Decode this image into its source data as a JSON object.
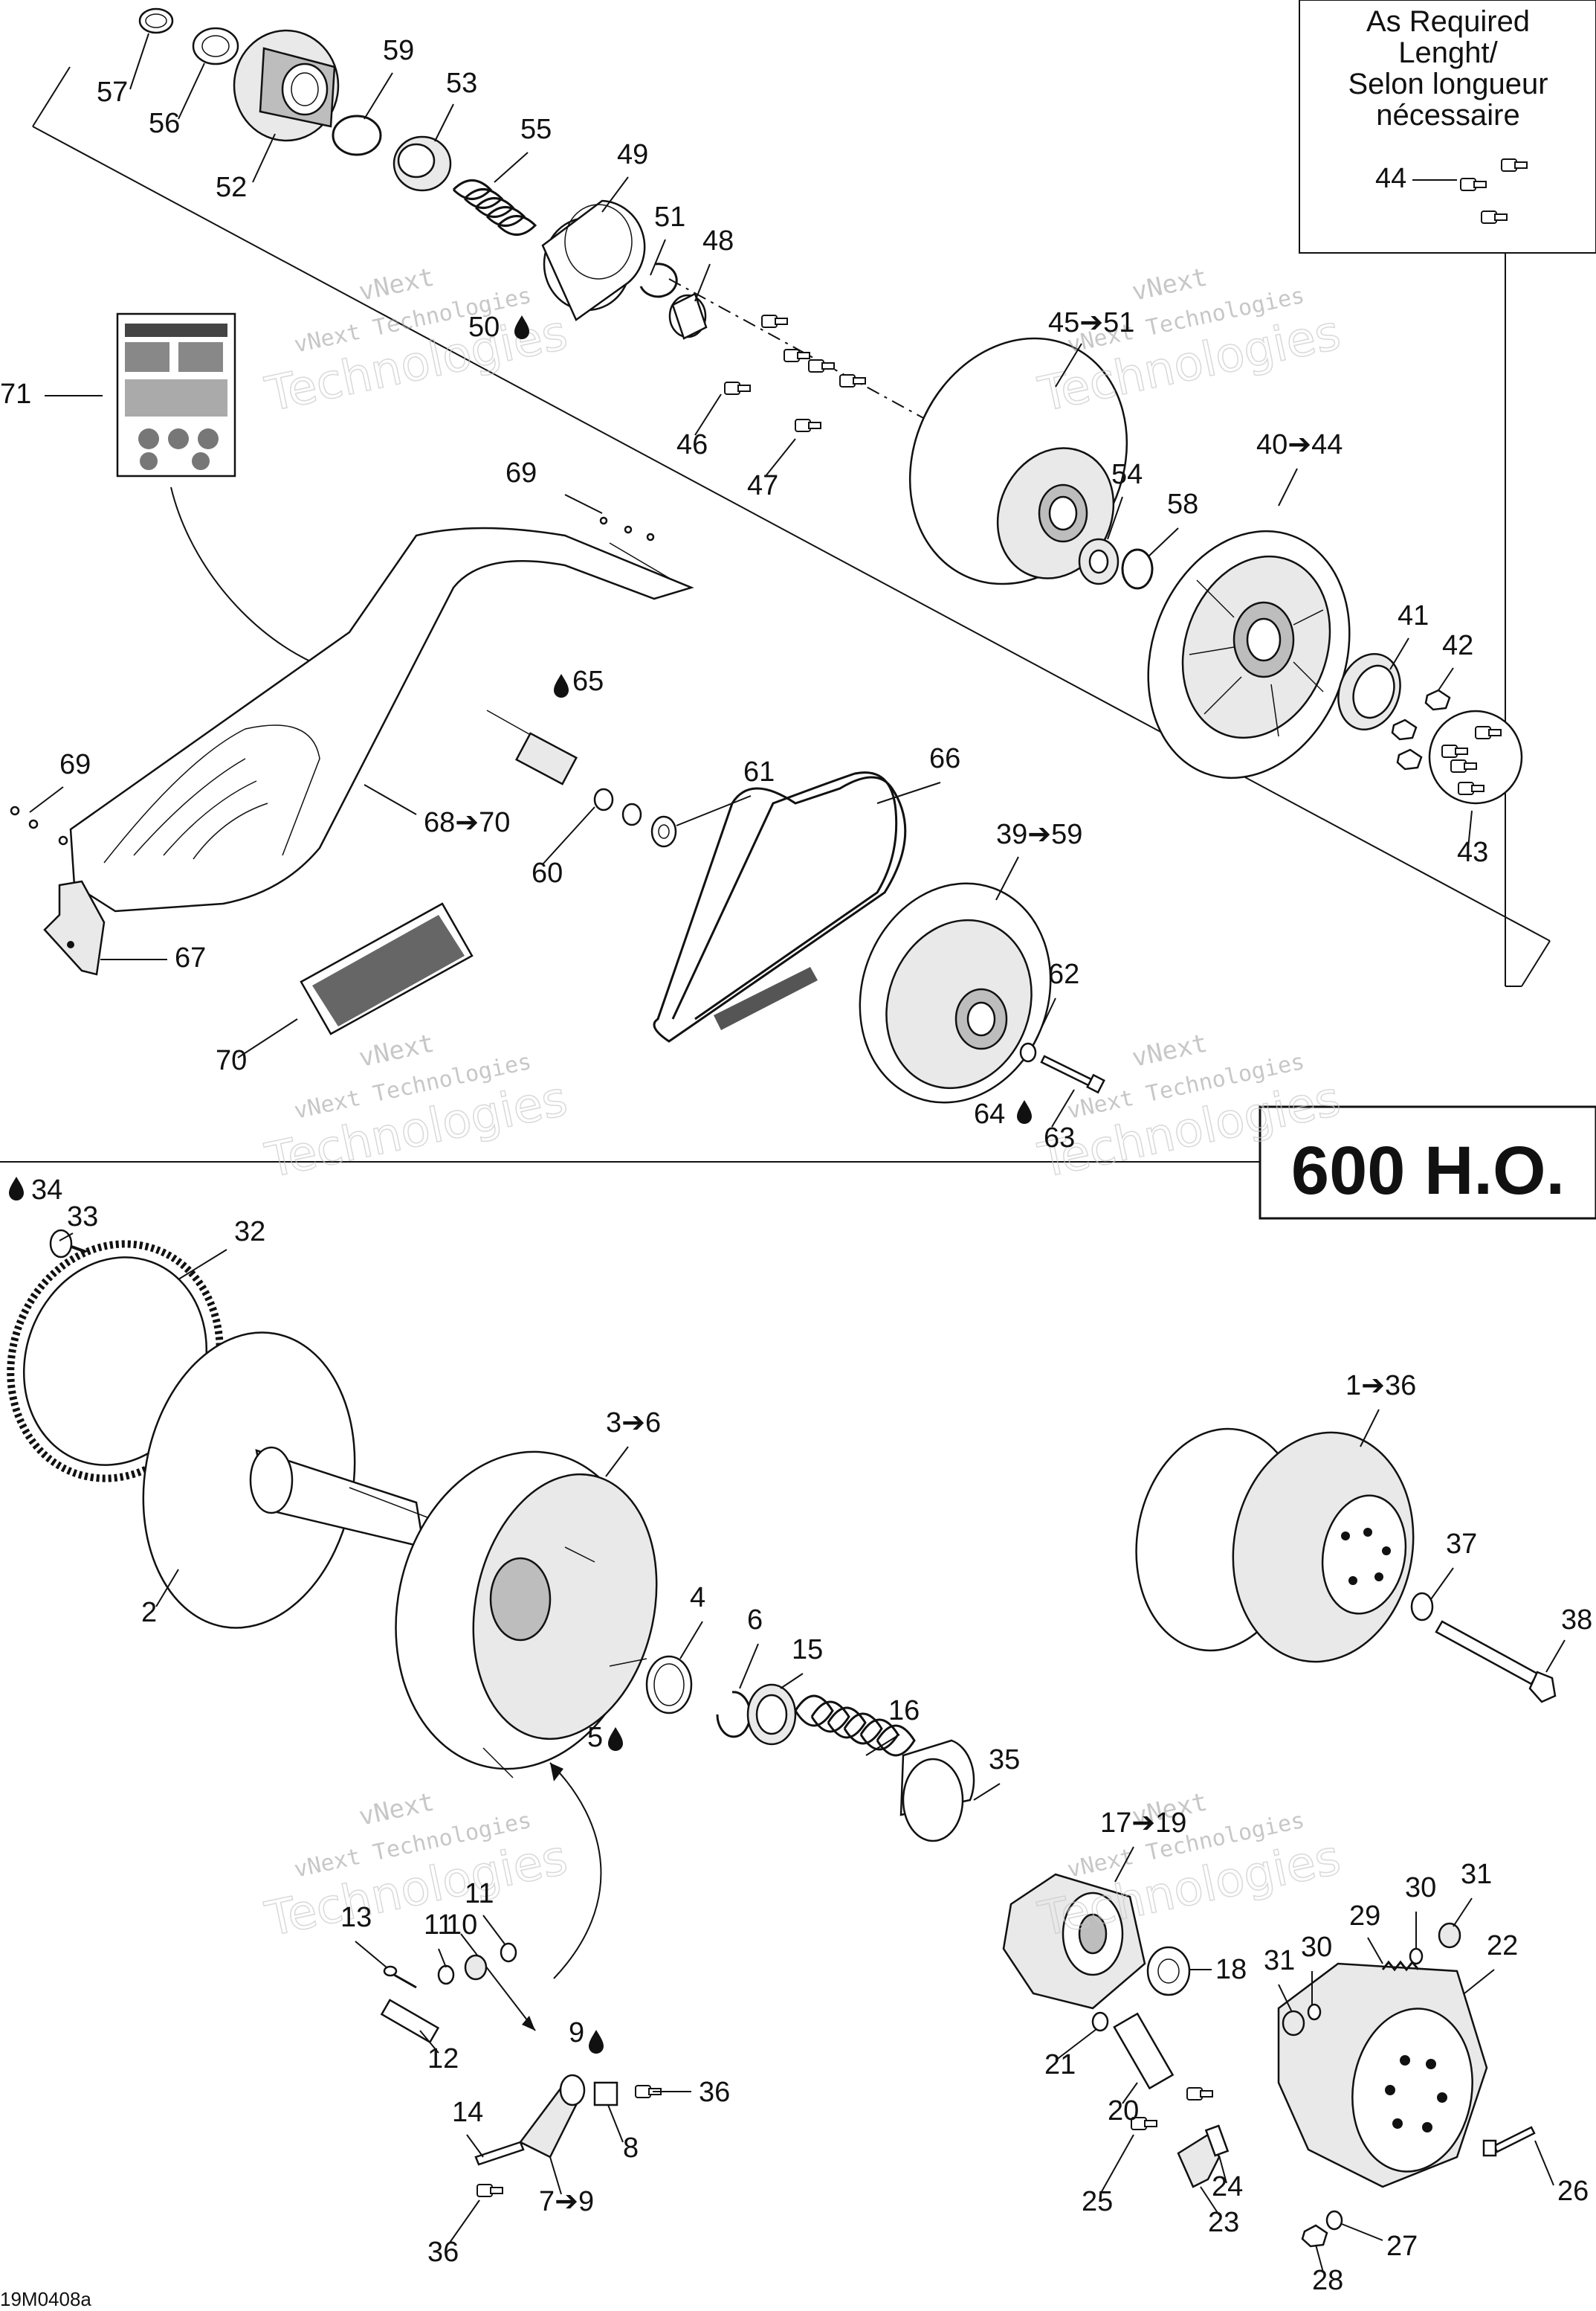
{
  "note_box": {
    "lines": [
      "As Required",
      "Lenght/",
      "Selon longueur",
      "nécessaire"
    ]
  },
  "badge": "600 H.O.",
  "watermark": {
    "line1": "vNext",
    "line2": "vNext Technologies",
    "line3": "Technologies"
  },
  "drawing_code": "19M0408a",
  "callouts": [
    {
      "id": "57",
      "label": "57"
    },
    {
      "id": "56",
      "label": "56"
    },
    {
      "id": "52",
      "label": "52"
    },
    {
      "id": "59a",
      "label": "59"
    },
    {
      "id": "53",
      "label": "53"
    },
    {
      "id": "55",
      "label": "55"
    },
    {
      "id": "49",
      "label": "49"
    },
    {
      "id": "51",
      "label": "51"
    },
    {
      "id": "48",
      "label": "48"
    },
    {
      "id": "50",
      "label": "50"
    },
    {
      "id": "44",
      "label": "44"
    },
    {
      "id": "71",
      "label": "71"
    },
    {
      "id": "45-51",
      "label": "45➔51"
    },
    {
      "id": "46",
      "label": "46"
    },
    {
      "id": "47",
      "label": "47"
    },
    {
      "id": "40-44",
      "label": "40➔44"
    },
    {
      "id": "54",
      "label": "54"
    },
    {
      "id": "58",
      "label": "58"
    },
    {
      "id": "69a",
      "label": "69"
    },
    {
      "id": "65",
      "label": "65"
    },
    {
      "id": "41",
      "label": "41"
    },
    {
      "id": "42",
      "label": "42"
    },
    {
      "id": "69b",
      "label": "69"
    },
    {
      "id": "61",
      "label": "61"
    },
    {
      "id": "66",
      "label": "66"
    },
    {
      "id": "68-70",
      "label": "68➔70"
    },
    {
      "id": "60",
      "label": "60"
    },
    {
      "id": "39-59",
      "label": "39➔59"
    },
    {
      "id": "43",
      "label": "43"
    },
    {
      "id": "67",
      "label": "67"
    },
    {
      "id": "62",
      "label": "62"
    },
    {
      "id": "70",
      "label": "70"
    },
    {
      "id": "64",
      "label": "64"
    },
    {
      "id": "63",
      "label": "63"
    },
    {
      "id": "34",
      "label": "34"
    },
    {
      "id": "33",
      "label": "33"
    },
    {
      "id": "32",
      "label": "32"
    },
    {
      "id": "1-36",
      "label": "1➔36"
    },
    {
      "id": "3-6",
      "label": "3➔6"
    },
    {
      "id": "37",
      "label": "37"
    },
    {
      "id": "38",
      "label": "38"
    },
    {
      "id": "2",
      "label": "2"
    },
    {
      "id": "4",
      "label": "4"
    },
    {
      "id": "6",
      "label": "6"
    },
    {
      "id": "15",
      "label": "15"
    },
    {
      "id": "5",
      "label": "5"
    },
    {
      "id": "16",
      "label": "16"
    },
    {
      "id": "35",
      "label": "35"
    },
    {
      "id": "17-19",
      "label": "17➔19"
    },
    {
      "id": "13",
      "label": "13"
    },
    {
      "id": "11a",
      "label": "11"
    },
    {
      "id": "11b",
      "label": "11"
    },
    {
      "id": "10",
      "label": "10"
    },
    {
      "id": "31a",
      "label": "31"
    },
    {
      "id": "30a",
      "label": "30"
    },
    {
      "id": "29",
      "label": "29"
    },
    {
      "id": "30b",
      "label": "30"
    },
    {
      "id": "31b",
      "label": "31"
    },
    {
      "id": "22",
      "label": "22"
    },
    {
      "id": "18",
      "label": "18"
    },
    {
      "id": "12",
      "label": "12"
    },
    {
      "id": "9",
      "label": "9"
    },
    {
      "id": "36a",
      "label": "36"
    },
    {
      "id": "21",
      "label": "21"
    },
    {
      "id": "20",
      "label": "20"
    },
    {
      "id": "14",
      "label": "14"
    },
    {
      "id": "8",
      "label": "8"
    },
    {
      "id": "26",
      "label": "26"
    },
    {
      "id": "7-9",
      "label": "7➔9"
    },
    {
      "id": "25",
      "label": "25"
    },
    {
      "id": "24",
      "label": "24"
    },
    {
      "id": "23",
      "label": "23"
    },
    {
      "id": "27",
      "label": "27"
    },
    {
      "id": "36b",
      "label": "36"
    },
    {
      "id": "28",
      "label": "28"
    }
  ]
}
